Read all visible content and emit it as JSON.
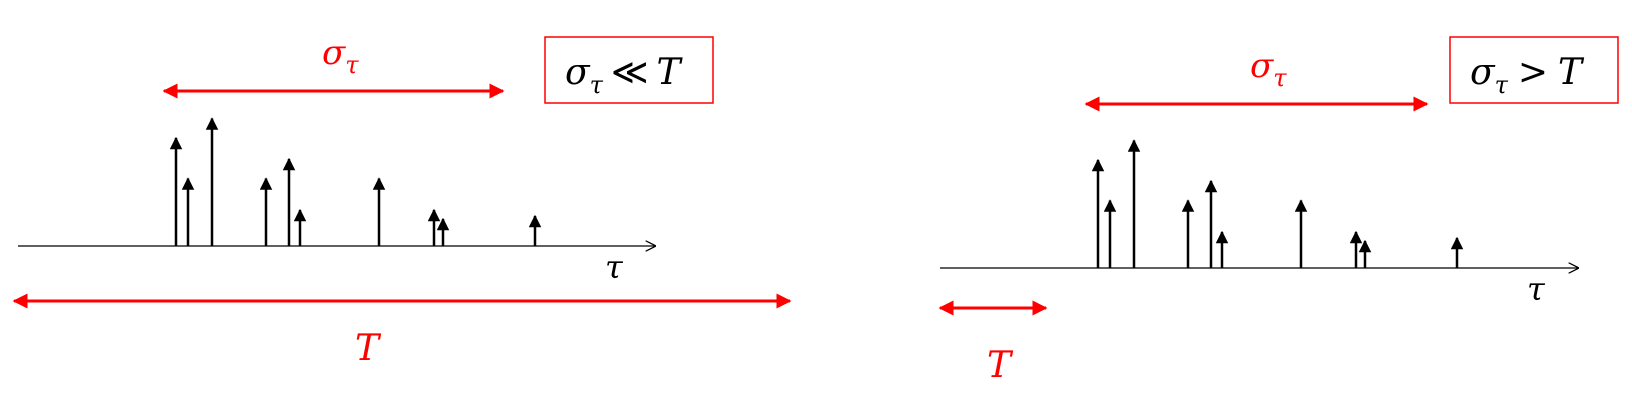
{
  "colors": {
    "accent": "#ff0000",
    "ink": "#000000"
  },
  "left_panel": {
    "spread_label": "σ",
    "spread_sub": "τ",
    "time_axis_label": "τ",
    "period_label": "T",
    "condition": {
      "sigma": "σ",
      "sub": "τ",
      "relation": "≪",
      "rhs": "T"
    },
    "impulse_heights": [
      0.72,
      0.45,
      0.85,
      0.45,
      0.58,
      0.24,
      0.45,
      0.24,
      0.18,
      0.2
    ]
  },
  "right_panel": {
    "spread_label": "σ",
    "spread_sub": "τ",
    "time_axis_label": "τ",
    "period_label": "T",
    "condition": {
      "sigma": "σ",
      "sub": "τ",
      "relation": ">",
      "rhs": "T"
    },
    "impulse_heights": [
      0.72,
      0.45,
      0.85,
      0.45,
      0.58,
      0.24,
      0.45,
      0.24,
      0.18,
      0.2
    ]
  }
}
